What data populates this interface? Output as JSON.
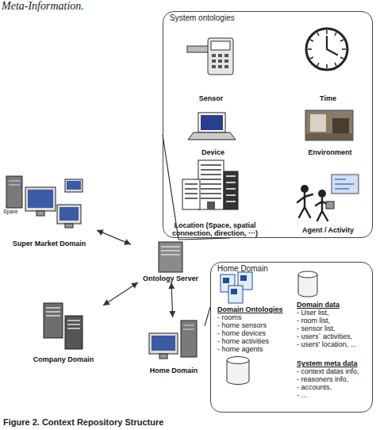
{
  "diagram": {
    "caption": "Figure 2. Context Repository Structure",
    "nodes": [
      {
        "text": [
          "System ontologies"
        ]
      },
      {
        "text": [
          "Sensor"
        ],
        "in": 0
      },
      {
        "text": [
          "Time"
        ],
        "in": 0
      },
      {
        "text": [
          "Device"
        ],
        "in": 0
      },
      {
        "text": [
          "Environment"
        ],
        "in": 0
      },
      {
        "text": [
          "Location (Space, spatial connection, direction, ···)"
        ],
        "in": 0
      },
      {
        "text": [
          "Agent / Activity"
        ],
        "in": 0
      },
      {
        "text": [
          "Super Market Domain"
        ]
      },
      {
        "text": [
          "Ontology Server"
        ]
      },
      {
        "text": [
          "Company Domain"
        ]
      },
      {
        "text": [
          "Home Domain"
        ]
      },
      {
        "text": [
          "Home Domain"
        ]
      },
      {
        "text": [
          "Domain Ontologies",
          "- rooms",
          "- home sensors",
          "- home devices",
          "- home activities",
          "- home agents"
        ],
        "in": 11
      },
      {
        "text": [
          "Domain data",
          "- User list,",
          "- room list,",
          "- sensor list,",
          "- users` activities,",
          "- users' location, ..."
        ],
        "in": 11
      },
      {
        "text": [
          "System meta data",
          "- context datas info,",
          "- reasoners info,",
          "- accounts,",
          "- ..."
        ],
        "in": 11
      }
    ],
    "edges": [
      {
        "from": 7,
        "to": 8,
        "arrow": "both"
      },
      {
        "from": 9,
        "to": 8,
        "arrow": "both"
      },
      {
        "from": 10,
        "to": 8,
        "arrow": "both"
      },
      {
        "from": 8,
        "to": 0,
        "arrow": "none"
      },
      {
        "from": 8,
        "to": 0,
        "arrow": "none"
      },
      {
        "from": 10,
        "to": 11,
        "arrow": "none"
      }
    ],
    "labels": [
      "Meta-Information.",
      "Spare"
    ]
  }
}
